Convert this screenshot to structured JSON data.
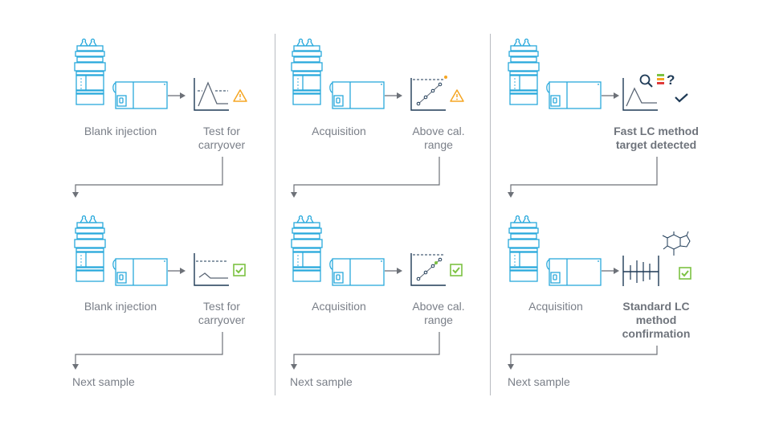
{
  "colors": {
    "instrument": "#29a9dc",
    "chart_axis": "#1e3a56",
    "trace": "#5b6675",
    "warning": "#f5a623",
    "check_green": "#7cc242",
    "arrow": "#6d7178",
    "text": "#7a7f88",
    "divider": "#b9bcc1"
  },
  "columns": [
    {
      "top": {
        "instrument_label": "Blank injection",
        "result_label_line1": "Test for",
        "result_label_line2": "carryover",
        "result_icon": "peak-chromatogram-icon",
        "status_icon": "warning-icon"
      },
      "bottom": {
        "instrument_label": "Blank injection",
        "result_label_line1": "Test for",
        "result_label_line2": "carryover",
        "result_icon": "clean-chromatogram-icon",
        "status_icon": "check-box-icon"
      },
      "next_label": "Next sample"
    },
    {
      "top": {
        "instrument_label": "Acquisition",
        "result_label_line1": "Above cal.",
        "result_label_line2": "range",
        "result_icon": "calibration-curve-icon",
        "status_icon": "warning-icon"
      },
      "bottom": {
        "instrument_label": "Acquisition",
        "result_label_line1": "Above cal.",
        "result_label_line2": "range",
        "result_icon": "calibration-curve-icon",
        "status_icon": "check-box-icon"
      },
      "next_label": "Next sample"
    },
    {
      "top": {
        "instrument_label": "",
        "result_label_line1": "Fast LC method",
        "result_label_line2": "target detected",
        "result_icon": "peak-search-icon",
        "status_icon": "checkmark-icon",
        "question_mark": "?"
      },
      "bottom": {
        "instrument_label": "Acquisition",
        "result_label_line1": "Standard LC",
        "result_label_line2": "method",
        "result_label_line3": "confirmation",
        "result_icon": "mass-spectrum-icon",
        "status_icon": "check-box-icon",
        "molecule_icon": "caffeine-molecule-icon"
      },
      "next_label": "Next sample"
    }
  ]
}
